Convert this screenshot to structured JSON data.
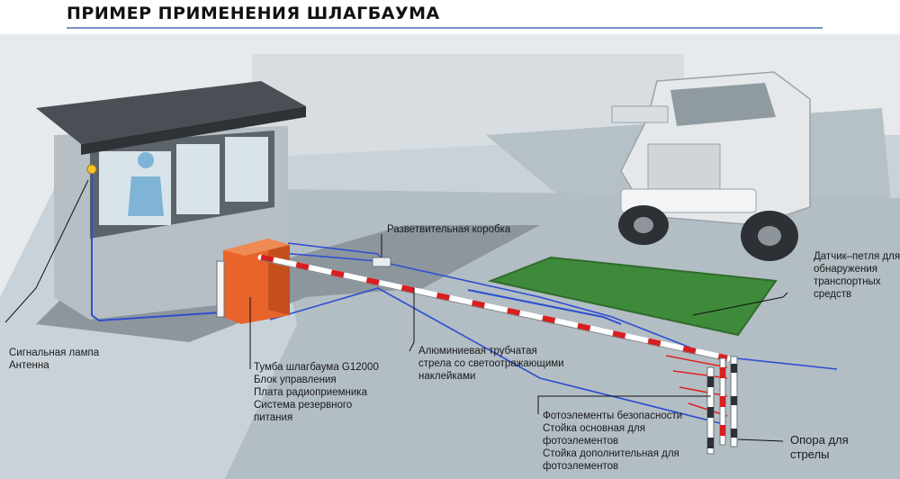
{
  "title": "ПРИМЕР ПРИМЕНЕНИЯ ШЛАГБАУМА",
  "labels": {
    "junction_box": "Разветвительная коробка",
    "loop_sensor": [
      "Датчик–петля для",
      "обнаружения",
      "транспортных",
      "средств"
    ],
    "signal_lamp": [
      "Сигнальная лампа",
      "Антенна"
    ],
    "cabinet": [
      "Тумба шлагбаума G12000",
      "Блок управления",
      "Плата радиоприемника",
      "Система резервного",
      "питания"
    ],
    "boom": [
      "Алюминиевая трубчатая",
      "стрела со светоотражающими",
      "наклейками"
    ],
    "photocells": [
      "Фотоэлементы безопасности",
      "Стойка основная для",
      "фотоэлементов",
      "Стойка дополнительная для",
      "фотоэлементов"
    ],
    "boom_support": [
      "Опора для",
      "стрелы"
    ]
  },
  "colors": {
    "ground": "#c9d2d8",
    "road": "#b3bdc4",
    "booth_wall": "#b7bec4",
    "booth_roof": "#4a4f55",
    "cabinet": "#e8642a",
    "loop": "#3f8a3a",
    "cable": "#2d4fd0",
    "laser": "#e02020"
  }
}
